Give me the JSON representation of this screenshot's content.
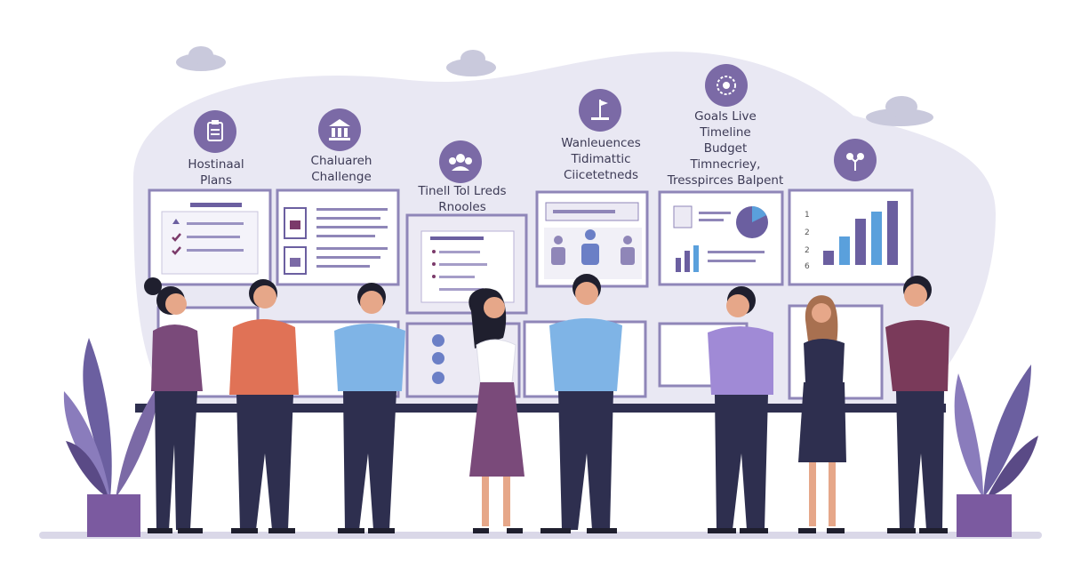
{
  "topics": [
    {
      "id": "plans",
      "lines": [
        "Hostinaal",
        "Plans"
      ],
      "icon": "clipboard-icon"
    },
    {
      "id": "challenge",
      "lines": [
        "Chaluareh",
        "Challenge"
      ],
      "icon": "bank-icon"
    },
    {
      "id": "roles",
      "lines": [
        "Tinell Tol Lreds",
        "Rnooles"
      ],
      "icon": "team-icon"
    },
    {
      "id": "tools",
      "lines": [
        "Wanleuences",
        "Tidimattic",
        "Ciicetetneds"
      ],
      "icon": "flag-icon"
    },
    {
      "id": "goals",
      "lines": [
        "Goals Live",
        "Timeline",
        "Budget",
        "Timnecriey,",
        "Tresspirces Balpent"
      ],
      "icon": "target-icon"
    },
    {
      "id": "growth",
      "lines": [],
      "icon": "growth-icon"
    }
  ],
  "chart_axis_ticks": [
    "1",
    "2",
    "2",
    "6"
  ],
  "colors": {
    "accent": "#7b6aa6",
    "accent_dark": "#5a4a86",
    "navy": "#2e2f4f",
    "light_bg": "#e9e8f3",
    "chart_blue": "#5aa0dc"
  }
}
